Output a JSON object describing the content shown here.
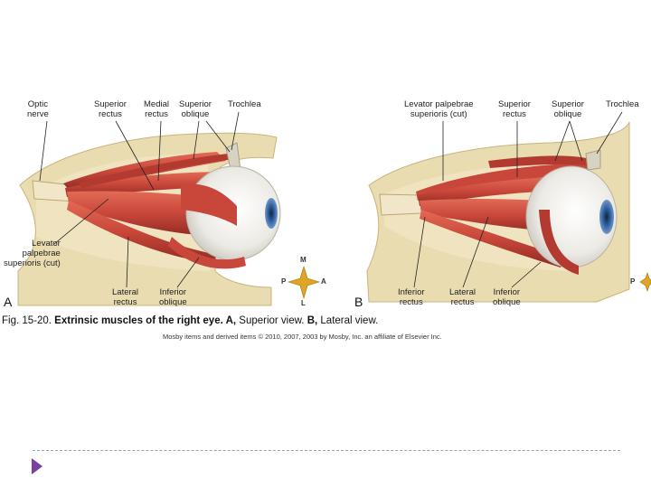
{
  "panel_a": {
    "letter": "A",
    "labels": {
      "optic_nerve": "Optic\nnerve",
      "superior_rectus": "Superior\nrectus",
      "medial_rectus": "Medial\nrectus",
      "superior_oblique": "Superior\noblique",
      "trochlea": "Trochlea",
      "levator": "Levator\npalpebrae\nsuperioris (cut)",
      "lateral_rectus": "Lateral\nrectus",
      "inferior_oblique": "Inferior\noblique"
    },
    "compass": {
      "top": "M",
      "left": "P",
      "right": "A",
      "bottom": "L"
    }
  },
  "panel_b": {
    "letter": "B",
    "labels": {
      "levator": "Levator palpebrae\nsuperioris (cut)",
      "superior_rectus": "Superior\nrectus",
      "superior_oblique": "Superior\noblique",
      "trochlea": "Trochlea",
      "inferior_rectus": "Inferior\nrectus",
      "lateral_rectus": "Lateral\nrectus",
      "inferior_oblique": "Inferior\noblique"
    },
    "compass": {
      "left": "P"
    }
  },
  "caption": {
    "prefix": "Fig. 15-20. ",
    "bold": "Extrinsic muscles of the right eye.",
    "a_letter": " A,",
    "a_text": " Superior view. ",
    "b_letter": "B,",
    "b_text": " Lateral view."
  },
  "credit": "Mosby items and derived items © 2010, 2007, 2003 by Mosby, Inc. an affiliate of Elsevier Inc.",
  "colors": {
    "muscle": "#c8463a",
    "muscle_dark": "#9c2e25",
    "bone": "#e9dcb0",
    "bone_edge": "#c9b47a",
    "sclera": "#f4f2ee",
    "iris": "#2f5e9e",
    "bullet": "#7b3fa0"
  }
}
